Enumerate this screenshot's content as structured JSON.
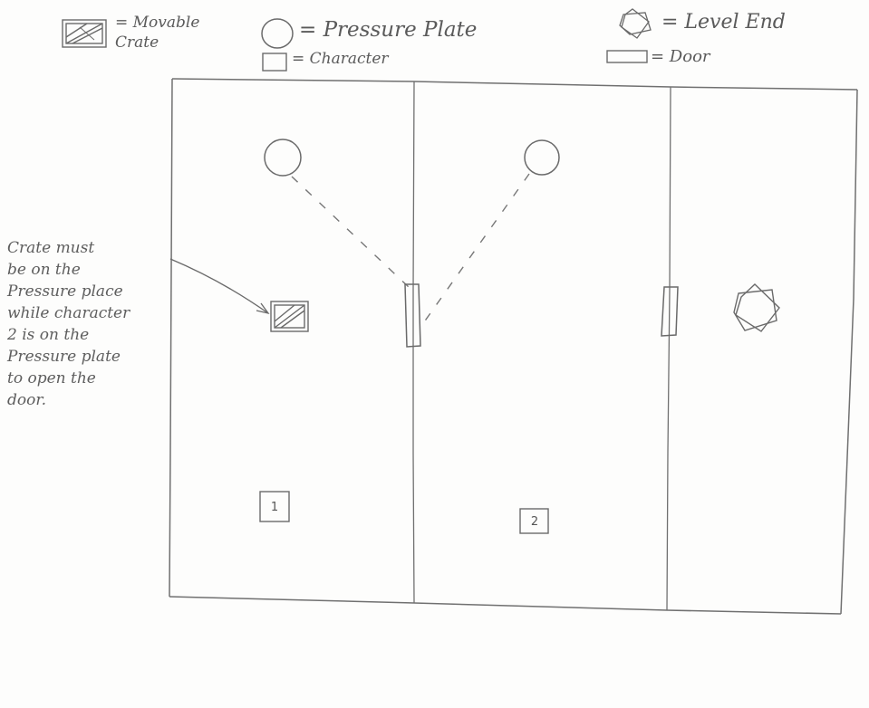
{
  "legend": {
    "crate_label": "= Movable Crate",
    "plate_label": "= Pressure Plate",
    "character_label": "= Character",
    "level_end_label": "= Level End",
    "door_label": "= Door"
  },
  "note": "Crate must\nbe on the\nPressure place\nwhile character\n2 is on the\nPressure plate\nto open the\ndoor.",
  "characters": [
    {
      "label": "1"
    },
    {
      "label": "2"
    }
  ],
  "colors": {
    "pencil": "#6a6a6a",
    "paper": "#fdfdfc"
  }
}
